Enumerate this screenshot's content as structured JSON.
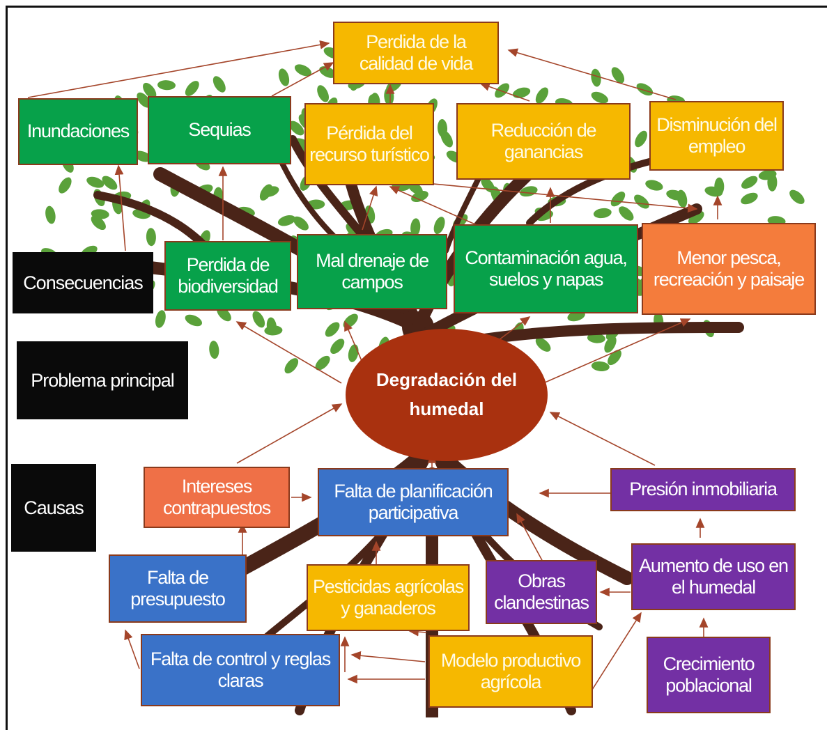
{
  "colors": {
    "green": "#07a14a",
    "gold": "#f6b800",
    "orange": "#f47c3c",
    "blue": "#3a72c8",
    "purple": "#7330a4",
    "center": "#a9310f",
    "trunk": "#4a2418",
    "leaf": "#5aa13a",
    "arrow": "#a4452a"
  },
  "labels": {
    "consecuencias": "Consecuencias",
    "problema": "Problema principal",
    "causas": "Causas"
  },
  "problema_principal": {
    "line1": "Degradación del",
    "line2": "humedal"
  },
  "consecuencias": {
    "calidad_vida": {
      "line1": "Perdida de la",
      "line2": "calidad de vida"
    },
    "inundaciones": "Inundaciones",
    "sequias": "Sequias",
    "recurso_turistico": {
      "line1": "Pérdida del",
      "line2": "recurso turístico"
    },
    "reduccion_ganancias": {
      "line1": "Reducción de",
      "line2": "ganancias"
    },
    "disminucion_empleo": {
      "line1": "Disminución del",
      "line2": "empleo"
    },
    "biodiversidad": {
      "line1": "Perdida de",
      "line2": "biodiversidad"
    },
    "mal_drenaje": {
      "line1": "Mal drenaje de",
      "line2": "campos"
    },
    "contaminacion": {
      "line1": "Contaminación agua,",
      "line2": "suelos y  napas"
    },
    "menor_pesca": {
      "line1": "Menor pesca,",
      "line2": "recreación y paisaje"
    }
  },
  "causas": {
    "intereses": {
      "line1": "Intereses",
      "line2": "contrapuestos"
    },
    "planificacion": {
      "line1": "Falta de planificación",
      "line2": "participativa"
    },
    "presion_inmobiliaria": "Presión inmobiliaria",
    "presupuesto": {
      "line1": "Falta de",
      "line2": "presupuesto"
    },
    "pesticidas": {
      "line1": "Pesticidas agrícolas",
      "line2": "y ganaderos"
    },
    "obras": {
      "line1": "Obras",
      "line2": "clandestinas"
    },
    "aumento_uso": {
      "line1": "Aumento de uso en",
      "line2": "el humedal"
    },
    "control": {
      "line1": "Falta de control y reglas",
      "line2": "claras"
    },
    "modelo": {
      "line1": "Modelo productivo",
      "line2": "agrícola"
    },
    "crecimiento": {
      "line1": "Crecimiento",
      "line2": "poblacional"
    }
  }
}
